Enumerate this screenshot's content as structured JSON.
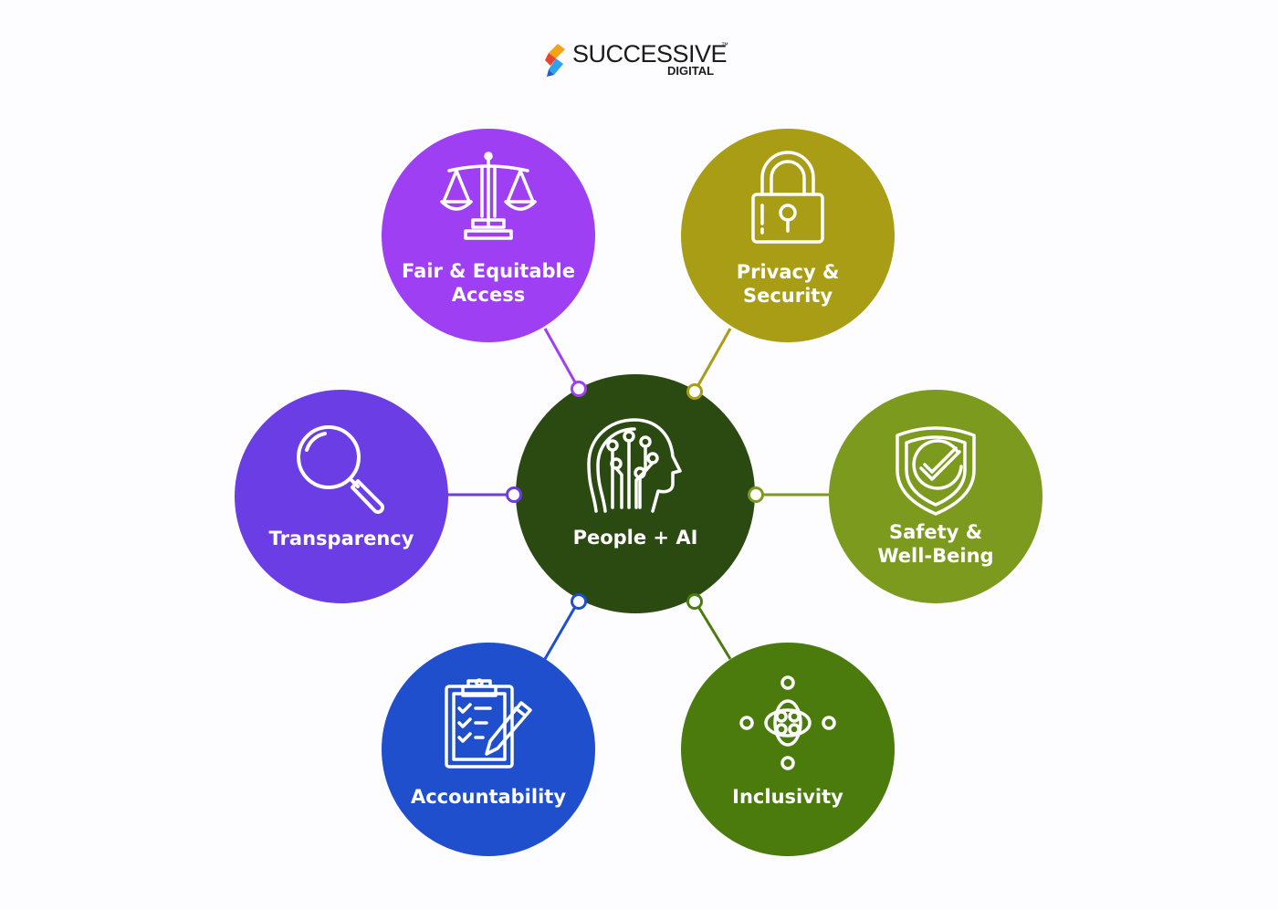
{
  "logo": {
    "name": "SUCCESSIVE",
    "trademark": "™",
    "subtitle": "DIGITAL"
  },
  "center": {
    "label": "People + AI",
    "icon": "ai-head-icon",
    "color": "#2a4a12"
  },
  "principles": [
    {
      "id": "fair",
      "lines": [
        "Fair & Equitable",
        "Access"
      ],
      "icon": "scales-icon",
      "color": "#9e3ff4"
    },
    {
      "id": "privacy",
      "lines": [
        "Privacy &",
        "Security"
      ],
      "icon": "padlock-icon",
      "color": "#a99d16"
    },
    {
      "id": "transparency",
      "lines": [
        "Transparency"
      ],
      "icon": "magnifier-icon",
      "color": "#6a3de5"
    },
    {
      "id": "safety",
      "lines": [
        "Safety &",
        "Well-Being"
      ],
      "icon": "shield-check-icon",
      "color": "#7c9a1e"
    },
    {
      "id": "accountability",
      "lines": [
        "Accountability"
      ],
      "icon": "clipboard-checklist-icon",
      "color": "#1f4fcc"
    },
    {
      "id": "inclusivity",
      "lines": [
        "Inclusivity"
      ],
      "icon": "connected-circles-icon",
      "color": "#4b7a0d"
    }
  ]
}
